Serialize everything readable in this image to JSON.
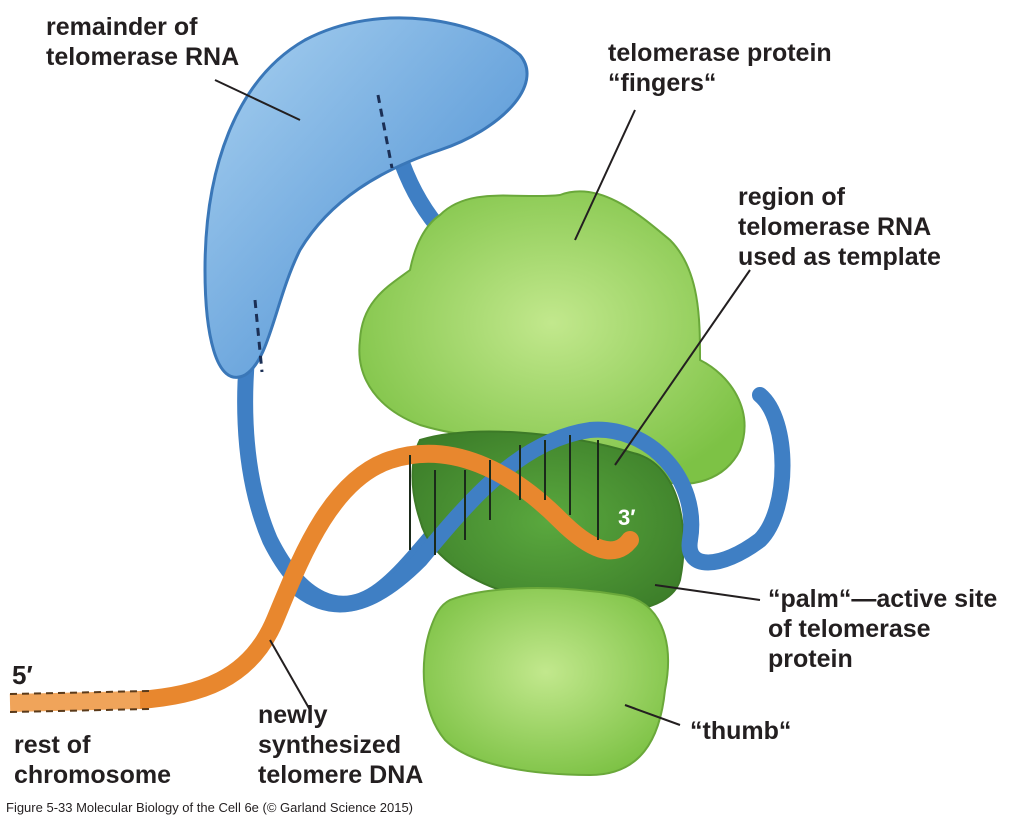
{
  "colors": {
    "rna_blue": "#4a8ed3",
    "rna_blue_light": "#8fc0ea",
    "protein_green": "#8fce55",
    "protein_green_light": "#b4e07a",
    "palm_green": "#4f9a38",
    "dna_orange": "#e8872e",
    "text": "#231f20"
  },
  "labels": {
    "remainder_rna": [
      "remainder of",
      "telomerase RNA"
    ],
    "fingers": [
      "telomerase protein",
      "“fingers“"
    ],
    "template_region": [
      "region of",
      "telomerase RNA",
      "used as template"
    ],
    "palm": [
      "“palm“—active site",
      "of telomerase",
      "protein"
    ],
    "thumb": [
      "“thumb“"
    ],
    "new_dna": [
      "newly",
      "synthesized",
      "telomere DNA"
    ],
    "chromosome": [
      "rest of",
      "chromosome"
    ],
    "five_prime": "5′",
    "three_prime": "3′"
  },
  "caption": "Figure 5-33  Molecular Biology of the Cell 6e (© Garland Science 2015)"
}
